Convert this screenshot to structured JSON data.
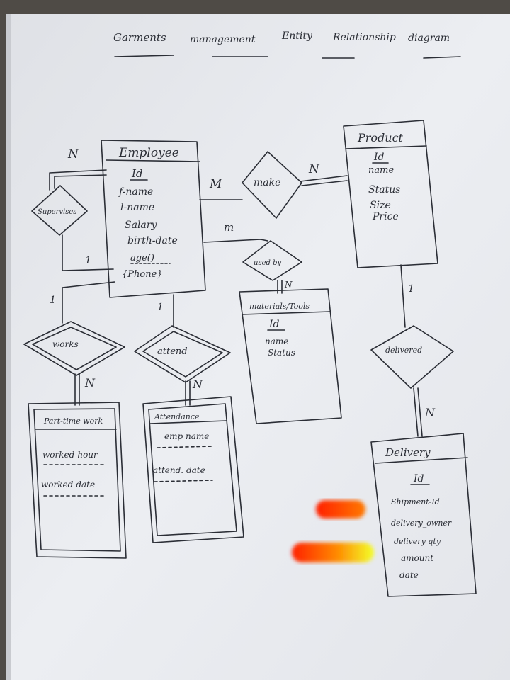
{
  "title": {
    "words": [
      "Garments",
      "management",
      "Entity",
      "Relationship",
      "diagram"
    ]
  },
  "entities": {
    "employee": {
      "name": "Employee",
      "attributes": [
        "Id",
        "f-name",
        "l-name",
        "Salary",
        "birth-date",
        "age()",
        "{Phone}"
      ]
    },
    "product": {
      "name": "Product",
      "attributes": [
        "Id",
        "name",
        "Status",
        "Size",
        "Price"
      ]
    },
    "materials": {
      "name": "materials/Tools",
      "attributes": [
        "Id",
        "name",
        "Status"
      ]
    },
    "part_time": {
      "name": "Part-time work",
      "attributes": [
        "worked-hour",
        "worked-date"
      ]
    },
    "attendance": {
      "name": "Attendance",
      "attributes": [
        "emp name",
        "attend. date"
      ]
    },
    "delivery": {
      "name": "Delivery",
      "attributes": [
        "Id",
        "Shipment-Id",
        "delivery_owner",
        "delivery qty",
        "amount",
        "date"
      ]
    }
  },
  "relationships": {
    "supervises": "Supervises",
    "make": "make",
    "used_by": "used by",
    "works": "works",
    "attend": "attend",
    "delivered": "delivered"
  },
  "cardinalities": {
    "sup_top": "N",
    "sup_bottom": "1",
    "make_emp": "M",
    "make_prod": "N",
    "used_emp": "m",
    "used_mat": "N",
    "works_emp": "1",
    "works_part": "N",
    "attend_emp": "1",
    "attend_att": "N",
    "deliv_prod": "1",
    "deliv_del": "N"
  },
  "colors": {
    "paper": "#e9ebf0",
    "ink": "#2b2e36",
    "highlight_red": "#ff1f00",
    "highlight_yellow": "#f3ff2a"
  }
}
